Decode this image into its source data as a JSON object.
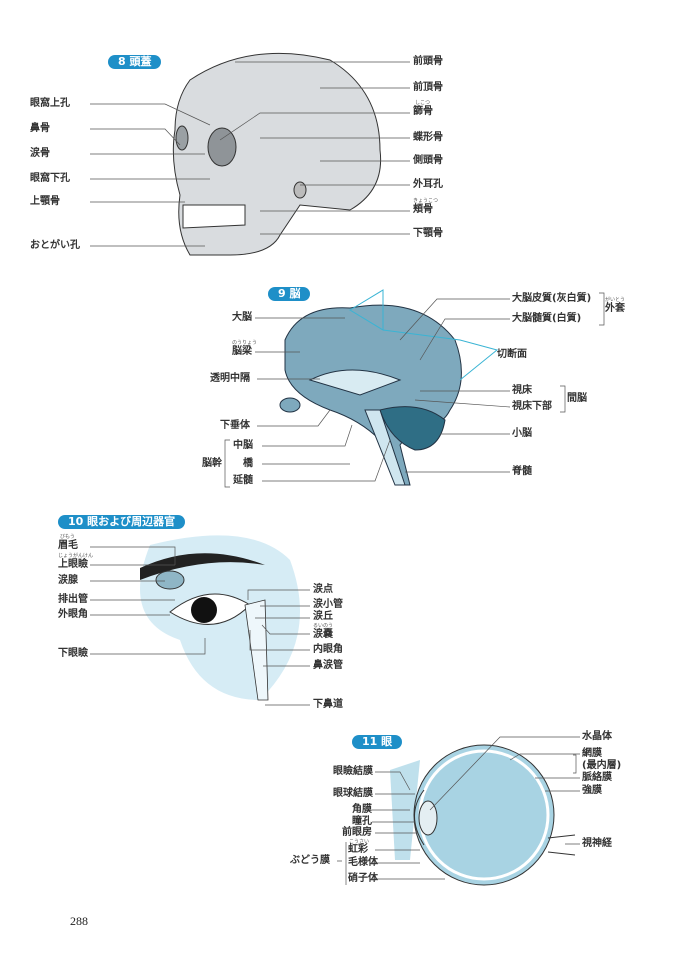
{
  "page_number": "288",
  "skull": {
    "title": "8 頭蓋",
    "left": [
      "眼窩上孔",
      "鼻骨",
      "涙骨",
      "眼窩下孔",
      "上顎骨",
      "おとがい孔"
    ],
    "right": [
      "前頭骨",
      "前頂骨",
      "篩骨",
      "蝶形骨",
      "側頭骨",
      "外耳孔",
      "頬骨",
      "下顎骨"
    ],
    "ruby": {
      "shikotsu": "しこつ",
      "kyokotsu": "きょうこつ"
    }
  },
  "brain": {
    "title": "9 脳",
    "left": [
      "大脳",
      "脳梁",
      "透明中隔",
      "下垂体",
      "中脳",
      "橋",
      "延髄"
    ],
    "brainstem": "脳幹",
    "ruby_noryo": "のうりょう",
    "right": [
      "大脳皮質(灰白質)",
      "大脳髄質(白質)",
      "切断面",
      "視床",
      "視床下部",
      "小脳",
      "脊髄"
    ],
    "pallium": "外套",
    "ruby_gaito": "がいとう",
    "diencephalon": "間脳"
  },
  "eye_area": {
    "title": "10 眼および周辺器官",
    "left": [
      "眉毛",
      "上眼瞼",
      "涙腺",
      "排出管",
      "外眼角",
      "下眼瞼"
    ],
    "ruby_bimo": "びもう",
    "ruby_jogan": "じょうがんけん",
    "right": [
      "涙点",
      "涙小管",
      "涙丘",
      "涙嚢",
      "内眼角",
      "鼻涙管",
      "下鼻道"
    ],
    "ruby_ruino": "るいのう"
  },
  "eyeball": {
    "title": "11 眼",
    "left": [
      "眼瞼結膜",
      "眼球結膜",
      "角膜",
      "瞳孔",
      "前眼房",
      "虹彩",
      "毛様体",
      "硝子体"
    ],
    "uvea": "ぶどう膜",
    "ruby_kosai": "こうさい",
    "right": [
      "水晶体",
      "網膜",
      "(最内層)",
      "脈絡膜",
      "強膜",
      "視神経"
    ]
  }
}
